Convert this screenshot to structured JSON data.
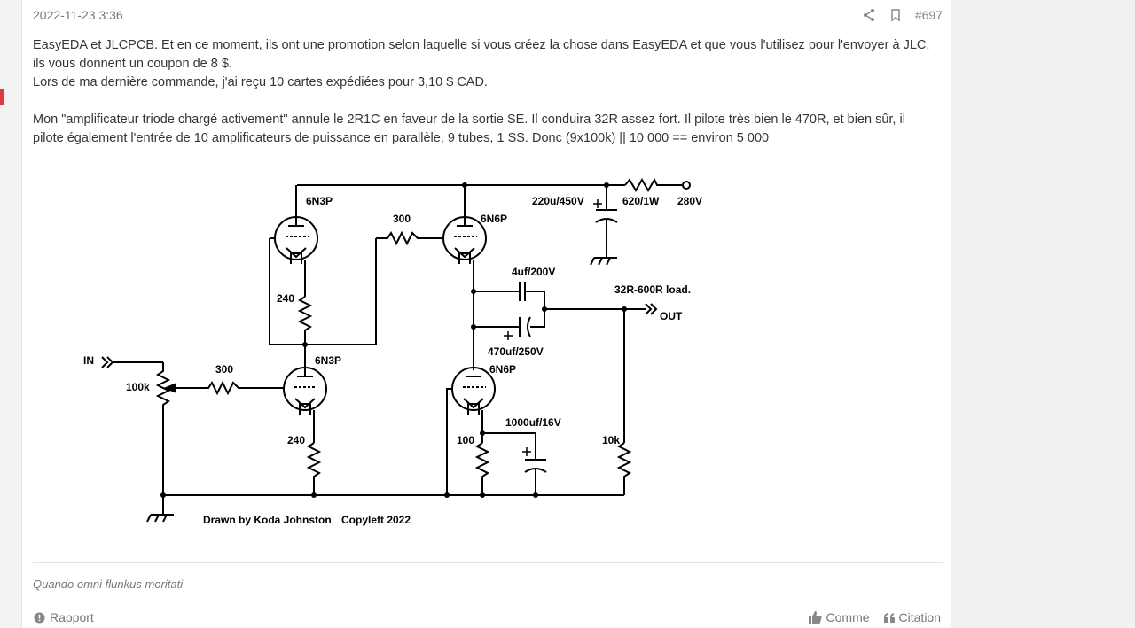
{
  "post": {
    "date": "2022-11-23 3:36",
    "number": "#697",
    "paragraphs": [
      "EasyEDA et JLCPCB. Et en ce moment, ils ont une promotion selon laquelle si vous créez la chose dans EasyEDA et que vous l'utilisez pour l'envoyer à JLC, ils vous donnent un coupon de 8 $.",
      "Lors de ma dernière commande, j'ai reçu 10 cartes expédiées pour 3,10 $ CAD.",
      "Mon \"amplificateur triode chargé activement\" annule le 2R1C en faveur de la sortie SE. Il conduira 32R assez fort. Il pilote très bien le 470R, et bien sûr, il pilote également l'entrée de 10 amplificateurs de puissance en parallèle, 9 tubes, 1 SS. Donc (9x100k) || 10 000 == environ 5 000"
    ],
    "signature": "Quando omni flunkus moritati",
    "footer": {
      "report": "Rapport",
      "like": "Comme",
      "quote": "Citation"
    },
    "icons": [
      "share-icon",
      "bookmark-icon",
      "report-icon",
      "like-icon",
      "quote-icon"
    ]
  },
  "schematic": {
    "labels": {
      "tube_v1": "6N3P",
      "tube_v2": "6N6P",
      "tube_v3": "6N3P",
      "tube_v4": "6N6P",
      "r_grid_top": "300",
      "r_grid_in": "300",
      "r_240_top": "240",
      "r_240_bottom": "240",
      "r_100": "100",
      "r_10k": "10k",
      "pot": "100k",
      "cap_supply": "220u/450V",
      "r_supply": "620/1W",
      "supply_v": "280V",
      "cap_4uf": "4uf/200V",
      "cap_470uf": "470uf/250V",
      "cap_1000uf": "1000uf/16V",
      "load": "32R-600R load.",
      "out": "OUT",
      "in": "IN",
      "credit_author": "Drawn by Koda Johnston",
      "credit_copyleft": "Copyleft 2022"
    }
  }
}
